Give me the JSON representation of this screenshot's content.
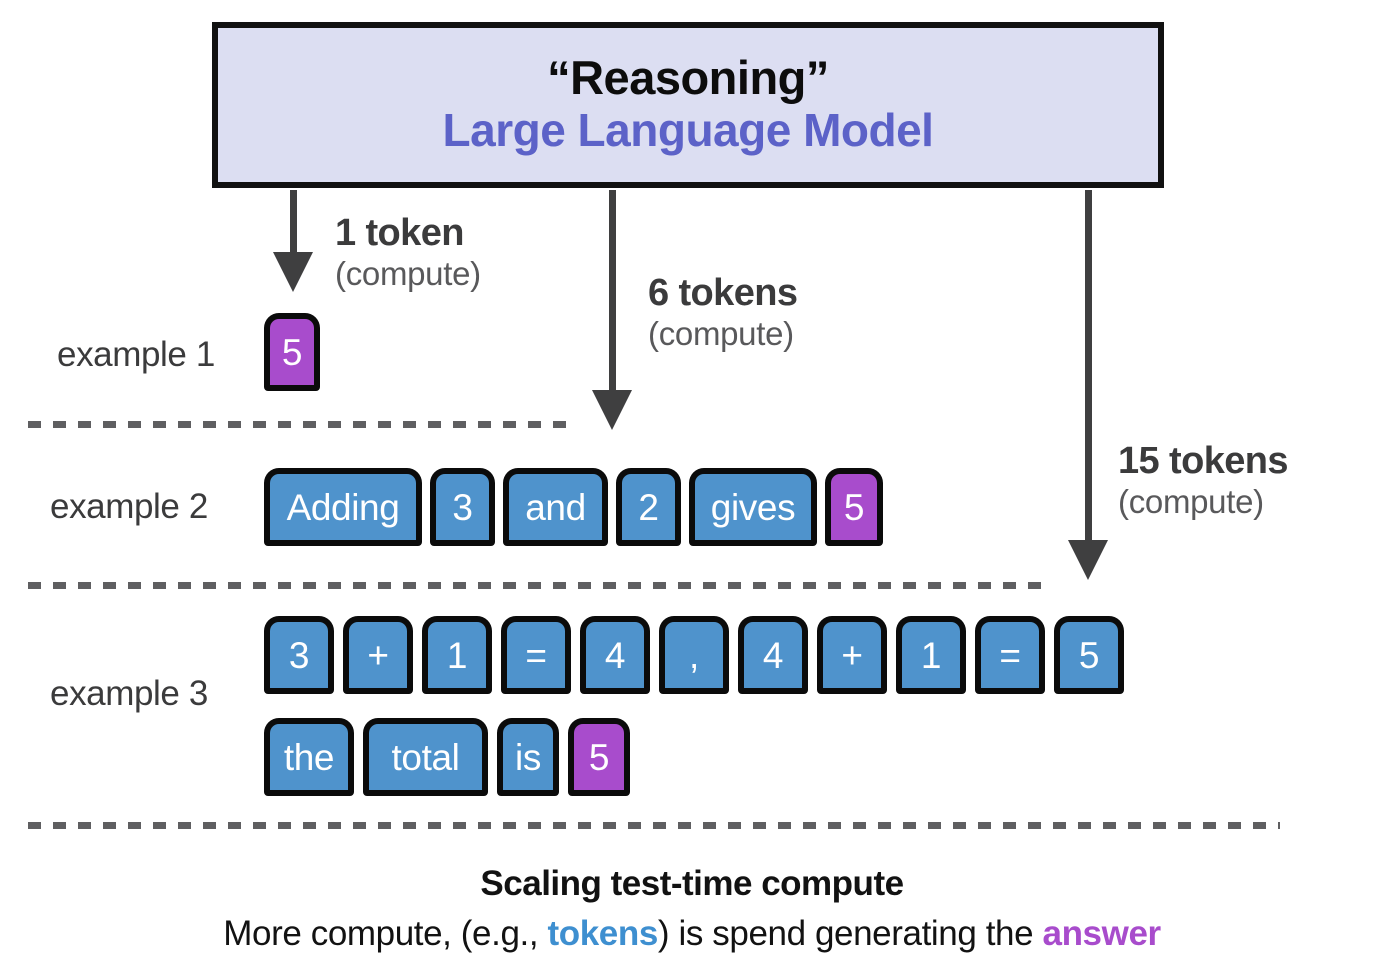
{
  "header": {
    "title": "“Reasoning”",
    "subtitle": "Large Language Model",
    "bg_color": "#dcdef2",
    "subtitle_color": "#5c62c8",
    "border_color": "#111111"
  },
  "arrow_labels": [
    {
      "count": "1 token",
      "note": "(compute)"
    },
    {
      "count": "6 tokens",
      "note": "(compute)"
    },
    {
      "count": "15 tokens",
      "note": "(compute)"
    }
  ],
  "examples": [
    {
      "label": "example 1",
      "rows": [
        {
          "tokens": [
            {
              "text": "5",
              "color": "purple",
              "width": 56
            }
          ]
        }
      ]
    },
    {
      "label": "example 2",
      "rows": [
        {
          "tokens": [
            {
              "text": "Adding",
              "color": "blue",
              "width": 158
            },
            {
              "text": "3",
              "color": "blue",
              "width": 65
            },
            {
              "text": "and",
              "color": "blue",
              "width": 105
            },
            {
              "text": "2",
              "color": "blue",
              "width": 65
            },
            {
              "text": "gives",
              "color": "blue",
              "width": 128
            },
            {
              "text": "5",
              "color": "purple",
              "width": 58
            }
          ]
        }
      ]
    },
    {
      "label": "example 3",
      "rows": [
        {
          "tokens": [
            {
              "text": "3",
              "color": "blue",
              "width": 70
            },
            {
              "text": "+",
              "color": "blue",
              "width": 70
            },
            {
              "text": "1",
              "color": "blue",
              "width": 70
            },
            {
              "text": "=",
              "color": "blue",
              "width": 70
            },
            {
              "text": "4",
              "color": "blue",
              "width": 70
            },
            {
              "text": ",",
              "color": "blue",
              "width": 70
            },
            {
              "text": "4",
              "color": "blue",
              "width": 70
            },
            {
              "text": "+",
              "color": "blue",
              "width": 70
            },
            {
              "text": "1",
              "color": "blue",
              "width": 70
            },
            {
              "text": "=",
              "color": "blue",
              "width": 70
            },
            {
              "text": "5",
              "color": "blue",
              "width": 70
            }
          ]
        },
        {
          "tokens": [
            {
              "text": "the",
              "color": "blue",
              "width": 90
            },
            {
              "text": "total",
              "color": "blue",
              "width": 125
            },
            {
              "text": "is",
              "color": "blue",
              "width": 62
            },
            {
              "text": "5",
              "color": "purple",
              "width": 62
            }
          ]
        }
      ]
    }
  ],
  "caption": {
    "title": "Scaling test-time compute",
    "line_pre": "More compute, (e.g., ",
    "token_word": "tokens",
    "line_mid": ") is spend generating the ",
    "answer_word": "answer"
  },
  "colors": {
    "token_blue": "#4f93cc",
    "token_purple": "#a84ccc",
    "arrow": "#3f3f40",
    "dash": "#5f5f61"
  }
}
